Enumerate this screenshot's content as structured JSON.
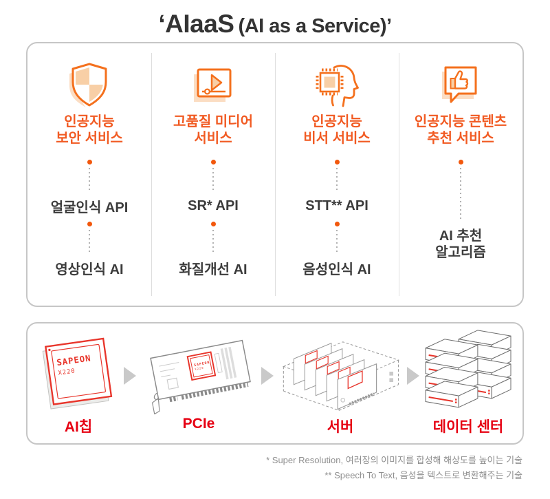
{
  "title": {
    "main": "‘AIaaS",
    "sub": "(AI as a Service)’"
  },
  "services": {
    "columns": [
      {
        "icon": "shield-check-icon",
        "heading": "인공지능\n보안 서비스",
        "item1": "얼굴인식 API",
        "item2": "영상인식 AI"
      },
      {
        "icon": "video-player-icon",
        "heading": "고품질 미디어\n서비스",
        "item1": "SR* API",
        "item2": "화질개선 AI"
      },
      {
        "icon": "head-chip-icon",
        "heading": "인공지능\n비서 서비스",
        "item1": "STT** API",
        "item2": "음성인식 AI"
      },
      {
        "icon": "thumbsup-bubble-icon",
        "heading": "인공지능 콘텐츠\n추천 서비스",
        "item1": "AI 추천\n알고리즘"
      }
    ]
  },
  "pipeline": {
    "chip": {
      "label": "AI칩",
      "brand": "SAPEON",
      "model": "X220"
    },
    "pcie": {
      "label": "PCIe"
    },
    "server": {
      "label": "서버"
    },
    "datacenter": {
      "label": "데이터 센터"
    }
  },
  "footnotes": {
    "line1": "* Super Resolution, 여러장의 이미지를 합성해 해상도를 높이는 기술",
    "line2": "** Speech To Text, 음성을 텍스트로 변환해주는 기술"
  },
  "colors": {
    "accent_orange": "#f15a22",
    "accent_orange_light": "#f8cfa6",
    "accent_red": "#e60012",
    "panel_border": "#c6c6c6",
    "text_dark": "#3c3c3c",
    "footnote_gray": "#8f8f8f"
  }
}
